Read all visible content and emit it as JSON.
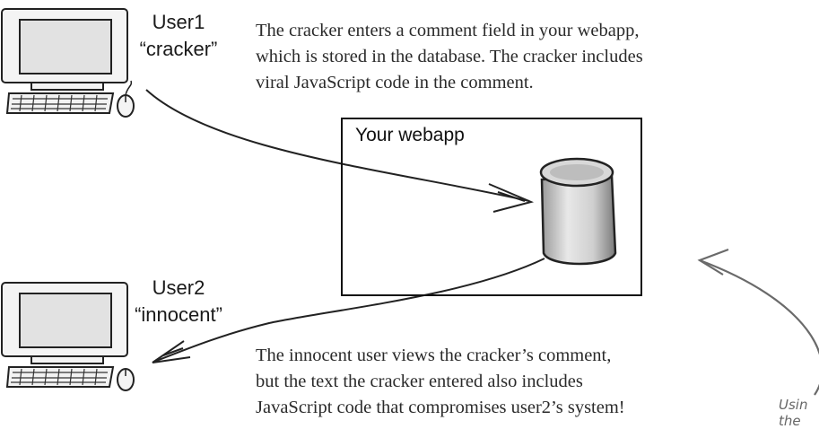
{
  "users": [
    {
      "name": "User1",
      "alias": "“cracker”"
    },
    {
      "name": "User2",
      "alias": "“innocent”"
    }
  ],
  "webapp": {
    "title": "Your webapp"
  },
  "notes": {
    "top": [
      "The cracker enters a comment field in your webapp,",
      "which is stored in the database. The cracker includes",
      "viral JavaScript code in the comment."
    ],
    "bottom": [
      "The innocent user views the cracker’s comment,",
      "but the text the cracker entered also includes",
      "JavaScript code that compromises user2’s system!"
    ],
    "handwritten": [
      "Usin",
      "the"
    ]
  }
}
